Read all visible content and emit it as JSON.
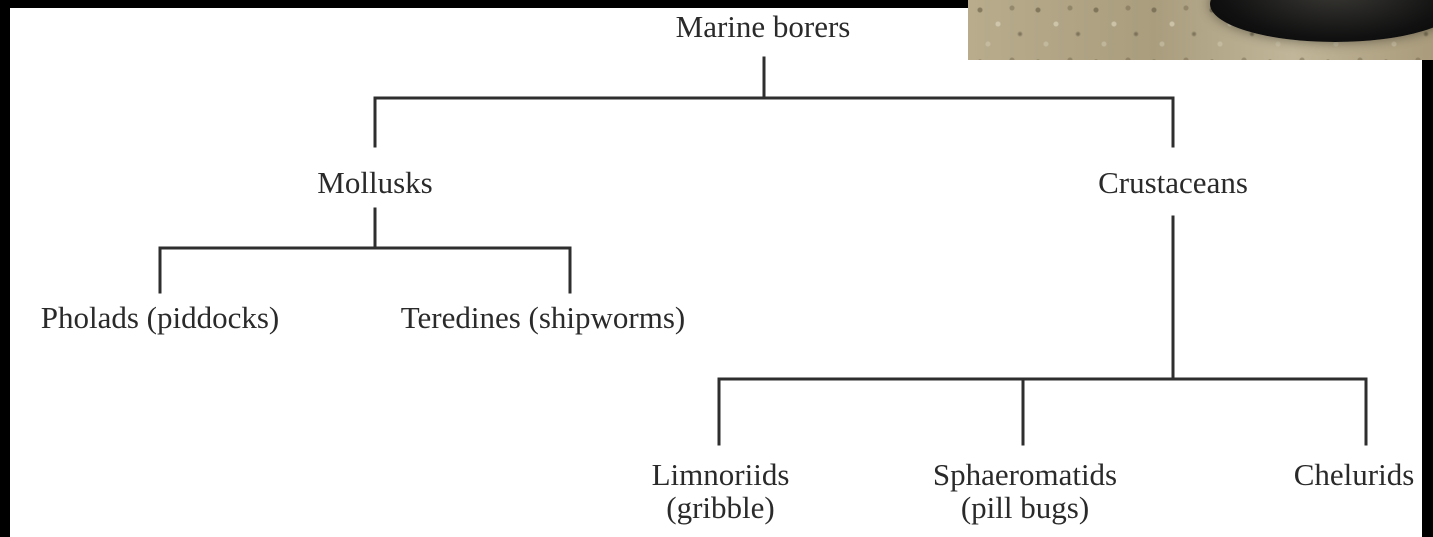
{
  "diagram": {
    "type": "hierarchy-tree",
    "colors": {
      "background": "#ffffff",
      "frame": "#000000",
      "line": "#2e2e2e",
      "text": "#2a2a2a"
    },
    "root": {
      "label": "Marine borers"
    },
    "branches": [
      {
        "label": "Mollusks",
        "children": [
          {
            "label": "Pholads (piddocks)"
          },
          {
            "label": "Teredines (shipworms)"
          }
        ]
      },
      {
        "label": "Crustaceans",
        "children": [
          {
            "label_lines": [
              "Limnoriids",
              "(gribble)"
            ]
          },
          {
            "label_lines": [
              "Sphaeromatids",
              "(pill bugs)"
            ]
          },
          {
            "label": "Chelurids"
          }
        ]
      }
    ]
  }
}
